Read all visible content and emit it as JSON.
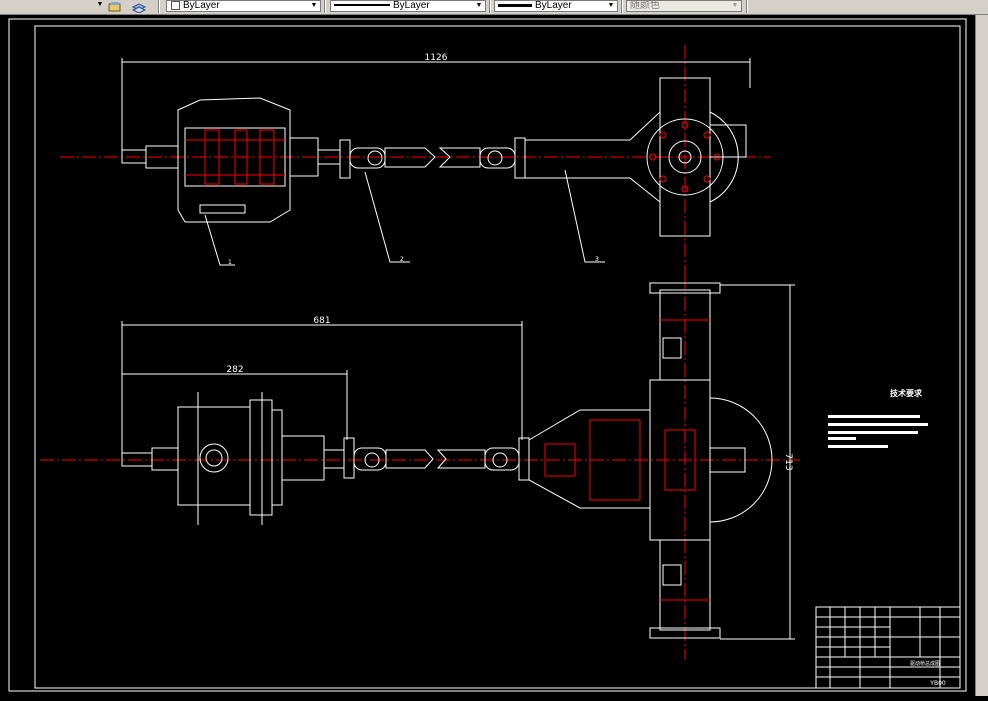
{
  "toolbar": {
    "layer_label": "ByLayer",
    "linetype_label": "ByLayer",
    "lineweight_label": "ByLayer",
    "plotstyle_label": "随颜色"
  },
  "drawing": {
    "dimensions": {
      "top_length": "1126",
      "bottom_length": "681",
      "bottom_short": "282",
      "vertical_height": "713"
    },
    "callouts": [
      "1",
      "2",
      "3"
    ],
    "tech_requirements_title": "技术要求",
    "title_block": {
      "drawing_name": "驱动桥总成图",
      "drawing_code": "YB00"
    }
  },
  "colors": {
    "background": "#000000",
    "geometry": "#ffffff",
    "centerline": "#ff0000",
    "toolbar": "#d4d0c8"
  }
}
